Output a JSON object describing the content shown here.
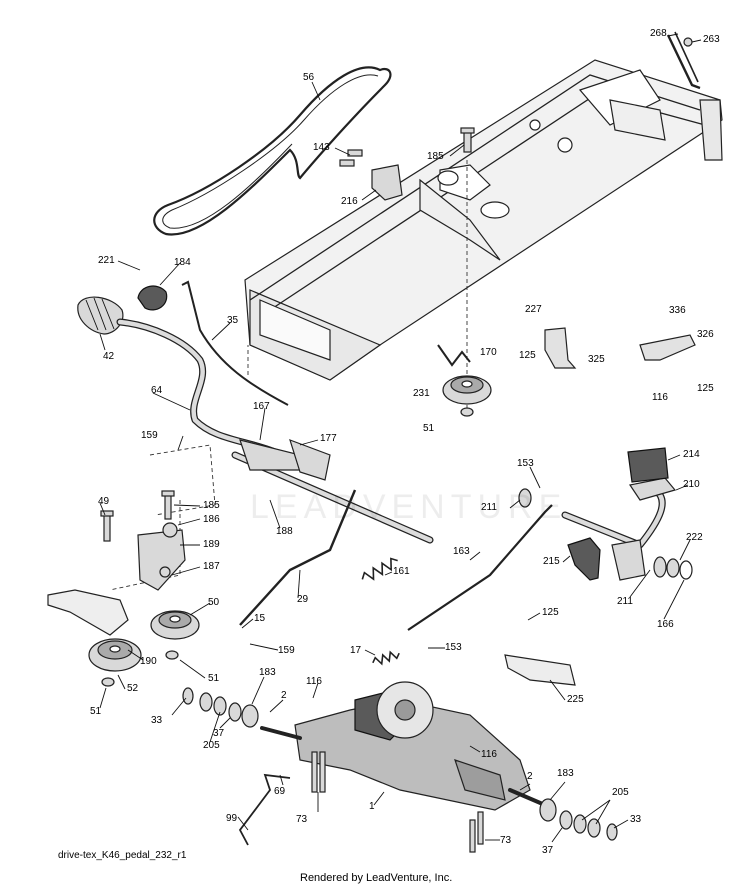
{
  "diagram": {
    "file_code": "drive-tex_K46_pedal_232_r1",
    "credit": "Rendered by LeadVenture, Inc.",
    "watermark": "LEADVENTURE",
    "callouts": {
      "c56": "56",
      "c268": "268",
      "c263": "263",
      "c143": "143",
      "c185a": "185",
      "c216": "216",
      "c221": "221",
      "c184": "184",
      "c35": "35",
      "c42": "42",
      "c227": "227",
      "c336": "336",
      "c326": "326",
      "c125a": "125",
      "c325": "325",
      "c125b": "125",
      "c116a": "116",
      "c170": "170",
      "c231": "231",
      "c51a": "51",
      "c64": "64",
      "c167": "167",
      "c177": "177",
      "c159a": "159",
      "c153a": "153",
      "c214": "214",
      "c49": "49",
      "c185b": "185",
      "c186": "186",
      "c189": "189",
      "c188": "188",
      "c187": "187",
      "c211a": "211",
      "c210": "210",
      "c163": "163",
      "c215": "215",
      "c222": "222",
      "c211b": "211",
      "c166": "166",
      "c161": "161",
      "c50": "50",
      "c29": "29",
      "c15": "15",
      "c159b": "159",
      "c125c": "125",
      "c190": "190",
      "c17": "17",
      "c153b": "153",
      "c51b": "51",
      "c52": "52",
      "c183a": "183",
      "c116b": "116",
      "c225": "225",
      "c33a": "33",
      "c2a": "2",
      "c51c": "51",
      "c205a": "205",
      "c37a": "37",
      "c116c": "116",
      "c69": "69",
      "c2b": "2",
      "c183b": "183",
      "c1": "1",
      "c99": "99",
      "c73a": "73",
      "c205b": "205",
      "c33b": "33",
      "c37b": "37",
      "c73b": "73"
    }
  }
}
